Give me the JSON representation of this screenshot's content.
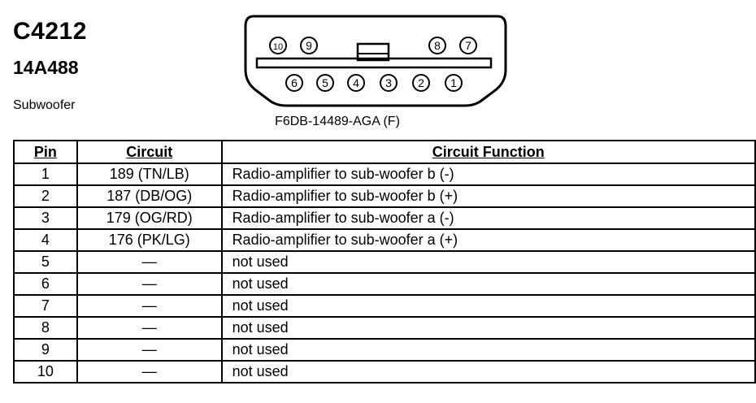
{
  "header": {
    "connector_id": "C4212",
    "part_number": "14A488",
    "description": "Subwoofer"
  },
  "connector": {
    "code": "F6DB-14489-AGA (F)",
    "top_row_pins": [
      "10",
      "9",
      "8",
      "7"
    ],
    "bottom_row_pins": [
      "6",
      "5",
      "4",
      "3",
      "2",
      "1"
    ]
  },
  "table": {
    "headers": {
      "pin": "Pin",
      "circuit": "Circuit",
      "function": "Circuit Function"
    },
    "rows": [
      {
        "pin": "1",
        "circuit": "189 (TN/LB)",
        "function": "Radio-amplifier to sub-woofer b (-)"
      },
      {
        "pin": "2",
        "circuit": "187 (DB/OG)",
        "function": "Radio-amplifier to sub-woofer b (+)"
      },
      {
        "pin": "3",
        "circuit": "179 (OG/RD)",
        "function": "Radio-amplifier to sub-woofer a (-)"
      },
      {
        "pin": "4",
        "circuit": "176 (PK/LG)",
        "function": "Radio-amplifier to sub-woofer a (+)"
      },
      {
        "pin": "5",
        "circuit": "—",
        "function": "not used"
      },
      {
        "pin": "6",
        "circuit": "—",
        "function": "not used"
      },
      {
        "pin": "7",
        "circuit": "—",
        "function": "not used"
      },
      {
        "pin": "8",
        "circuit": "—",
        "function": "not used"
      },
      {
        "pin": "9",
        "circuit": "—",
        "function": "not used"
      },
      {
        "pin": "10",
        "circuit": "—",
        "function": "not used"
      }
    ]
  }
}
